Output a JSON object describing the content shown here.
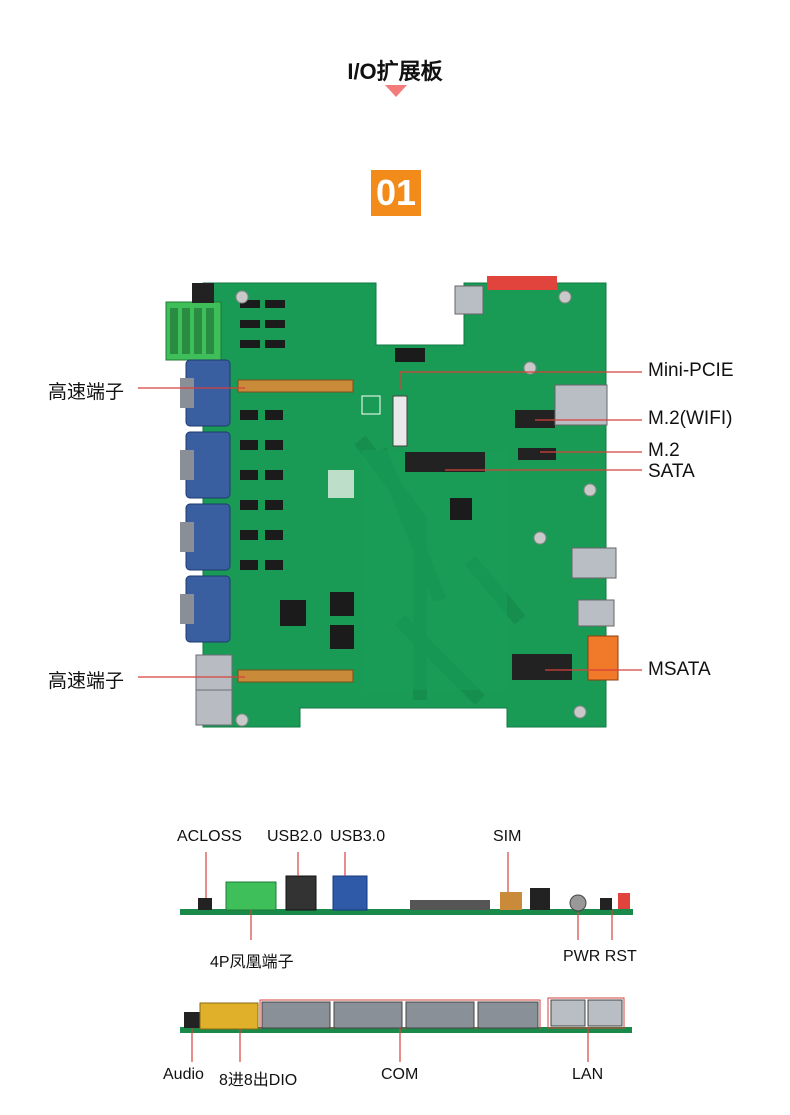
{
  "header": {
    "title": "I/O扩展板",
    "number": "01"
  },
  "board_labels": {
    "hs_top": "高速端子",
    "hs_bottom": "高速端子",
    "mini_pcie": "Mini-PCIE",
    "m2_wifi": "M.2(WIFI)",
    "m2": "M.2",
    "sata": "SATA",
    "msata": "MSATA"
  },
  "side_view_1": {
    "acloss": "ACLOSS",
    "usb2": "USB2.0",
    "usb3": "USB3.0",
    "sim": "SIM",
    "phoenix": "4P凤凰端子",
    "pwr_rst": "PWR RST"
  },
  "side_view_2": {
    "audio": "Audio",
    "dio": "8进8出DIO",
    "com": "COM",
    "lan": "LAN"
  },
  "colors": {
    "pcb": "#1a9b55",
    "pcb_dark": "#12804a",
    "accent": "#f28b1a",
    "arrow": "#f37b7b",
    "leader": "#d6423c"
  }
}
